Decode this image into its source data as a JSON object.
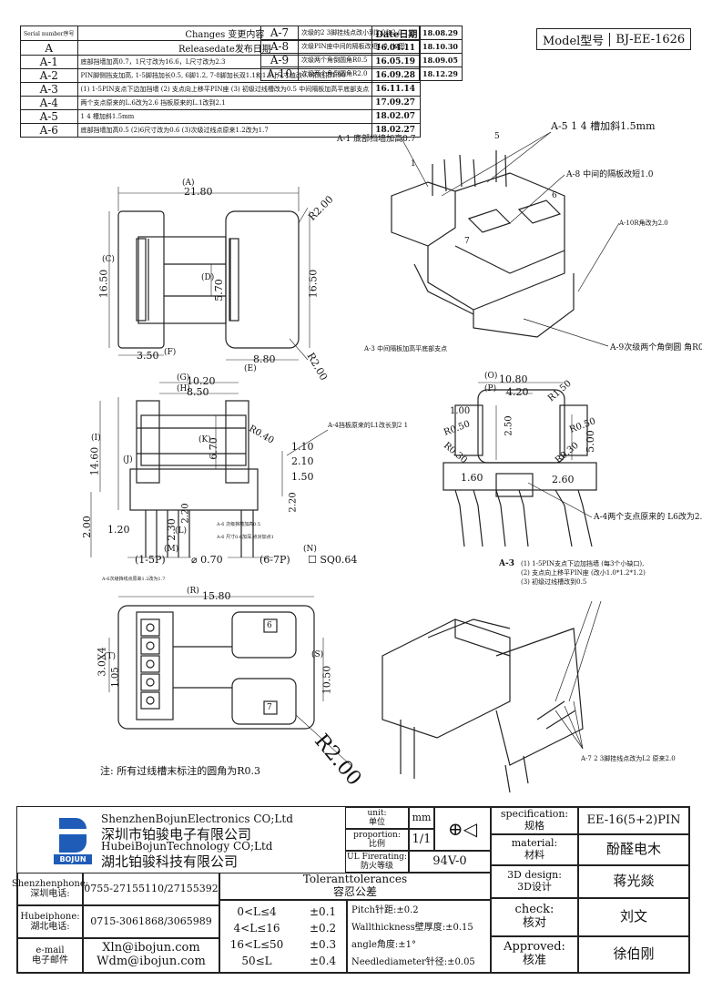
{
  "change_table": {
    "header": {
      "code": "Serial number序号",
      "desc": "Changes 变更内容",
      "date": "Date日期"
    },
    "left_rows": [
      {
        "code": "A",
        "desc": "Releasedate发布日期",
        "date": "16.04.11"
      },
      {
        "code": "A-1",
        "desc": "底部挡墙加高0.7，1尺寸改为16.6，L尺寸改为2.3",
        "date": "16.05.19"
      },
      {
        "code": "A-2",
        "desc": "PIN脚侧挡支加高, 1-5脚挡加长0.5, 6脚1.2, 7-8脚加长双1.1和1.1 J尺寸值改0.8扣钱扣1.90",
        "date": "16.09.28"
      },
      {
        "code": "A-3",
        "desc": "(1) 1-5PIN支点下边加挡墙 (2) 支点向上移平PIN座 (3) 初级过线槽改为0.5 中间隔板加高平底部支点",
        "date": "16.11.14"
      },
      {
        "code": "A-4",
        "desc": "两个支点原来的L.6改为2.6 挡板原来的L.1改到2.1",
        "date": "17.09.27"
      },
      {
        "code": "A-5",
        "desc": "1 4 槽加斜1.5mm",
        "date": "18.02.07"
      },
      {
        "code": "A-6",
        "desc": "底部挡墙加高0.5 (2)6尺寸改为0.6 (3)次级过线点原来1.2改为1.7",
        "date": "18.02.27"
      }
    ],
    "right_rows": [
      {
        "code": "A-7",
        "desc": "次级的2 3脚挂线点改小到2.0和2.0",
        "date": "18.08.29"
      },
      {
        "code": "A-8",
        "desc": "次级PIN座中间的隔板改短1.0 (如图)",
        "date": "18.10.30"
      },
      {
        "code": "A-9",
        "desc": "次级两个角倒圆角R0.5",
        "date": "18.09.05"
      },
      {
        "code": "A-10",
        "desc": "次级两个角倒圆角R2.0",
        "date": "18.12.29"
      }
    ]
  },
  "model": {
    "label": "Model型号",
    "value": "BJ-EE-1626"
  },
  "dimensions": {
    "A": "21.80",
    "R200a": "R2.00",
    "C": "16.50",
    "D": "5.70",
    "C2": "16.50",
    "E": "8.80",
    "F": "3.50",
    "R200b": "R2.00",
    "A_lbl": "(A)",
    "C_lbl": "(C)",
    "D_lbl": "(D)",
    "E_lbl": "(E)",
    "F_lbl": "(F)",
    "G": "10.20",
    "H": "8.50",
    "G_lbl": "(G)",
    "H_lbl": "(H)",
    "I": "14.60",
    "I_lbl": "(I)",
    "K": "6.70",
    "K_lbl": "(K)",
    "J_lbl": "(J)",
    "R040": "R0.40",
    "d110": "1.10",
    "d210": "2.10",
    "d150": "1.50",
    "d220a": "2.20",
    "d220b": "2.20",
    "d200": "2.00",
    "d120": "1.20",
    "L": "2.30",
    "L_lbl": "(L)",
    "M_lbl": "(M)",
    "N_lbl": "(N)",
    "pin1": "(1-5P)",
    "pinA": "⌀ 0.70",
    "pin2": "(6-7P)",
    "pinB": "☐ SQ0.64",
    "O": "10.80",
    "O_lbl": "(O)",
    "P": "4.20",
    "P_lbl": "(P)",
    "R150": "R1.50",
    "d100": "1.00",
    "R050a": "R0.50",
    "R050b": "R0.50",
    "d250": "2.50",
    "d500": "5.00",
    "R030a": "R0.30",
    "R030b": "R0.30",
    "d160": "1.60",
    "d260": "2.60",
    "R": "15.80",
    "R_lbl": "(R)",
    "T": "3.0X4",
    "T_lbl": "(T)",
    "d1050": "1.05",
    "S": "10.50",
    "S_lbl": "(S)",
    "R200c": "R2.00",
    "pin6": "6",
    "pin7": "7"
  },
  "callouts": {
    "A1": "A-1 底部挡墙加高0.7",
    "A5": "A-5 1 4 槽加斜1.5mm",
    "A8": "A-8 中间的隔板改短1.0",
    "A10": "A-10R角改为2.0",
    "A9": "A-9次级两个角倒圆 角R0.5",
    "A3top": "A-3 中间隔板加高平底部支点",
    "A4a": "A-4挡板原来的L1改长到2 1",
    "A4b": "A-4两个支点原来的 L6改为2.6",
    "A3lbl": "A-3",
    "A3_1": "(1) 1-5PIN支点下边加挡墙 (每3个小缺口),",
    "A3_2": "(2) 支点向上移平PIN座 (改小1.0*1.2*1.2)",
    "A3_3": "(3) 初级过线槽改到0.5",
    "A7": "A-7 2 3脚挂线点改为L2 原来2.0",
    "A6a": "A-6 次级挡墙加高0.5",
    "A6b": "A-6 尺寸0.6加深,点对加点1",
    "A6c": "A-6次级挡线点原来1.2改为1.7",
    "n1": "1",
    "n5": "5",
    "n6": "6",
    "n7": "7",
    "note": "注: 所有过线槽末标注的圆角为R0.3"
  },
  "title_block": {
    "company_en1": "ShenzhenBojunElectronics CO;Ltd",
    "company_cn1": "深圳市铂骏电子有限公司",
    "company_en2": "HubeiBojunTechnology CO;Ltd",
    "company_cn2": "湖北铂骏科技有限公司",
    "logo_text": "BOJUN",
    "unit_lbl": "unit:",
    "unit_cn": "单位",
    "unit_val": "mm",
    "prop_lbl": "proportion:",
    "prop_cn": "比例",
    "prop_val": "1/1",
    "fire_lbl": "UL Firerating:",
    "fire_cn": "防火等级",
    "fire_val": "94V-0",
    "spec_lbl": "specification:",
    "spec_cn": "规格",
    "spec_val": "EE-16(5+2)PIN",
    "mat_lbl": "material:",
    "mat_cn": "材料",
    "mat_val": "酚醛电木",
    "design_lbl": "3D design:",
    "design_cn": "3D设计",
    "design_val": "蒋光燚",
    "check_lbl": "check:",
    "check_cn": "核对",
    "check_val": "刘文",
    "approve_lbl": "Approved:",
    "approve_cn": "核准",
    "approve_val": "徐伯刚",
    "sz_phone_lbl": "Shenzhenphone:",
    "sz_phone_cn": "深圳电话:",
    "sz_phone": "0755-27155110/27155392",
    "hb_phone_lbl": "Hubeiphone:",
    "hb_phone_cn": "湖北电话:",
    "hb_phone": "0715-3061868/3065989",
    "mail_lbl": "e-mail",
    "mail_cn": "电子邮件",
    "mail1": "Xln@ibojun.com",
    "mail2": "Wdm@ibojun.com",
    "tol_title": "Toleranttolerances",
    "tol_cn": "容忍公差",
    "tol_rows": [
      {
        "range": "0<L≤4",
        "val": "±0.1"
      },
      {
        "range": "4<L≤16",
        "val": "±0.2"
      },
      {
        "range": "16<L≤50",
        "val": "±0.3"
      },
      {
        "range": "50≤L",
        "val": "±0.4"
      }
    ],
    "pitch": "Pitch针距:±0.2",
    "wall": "Wallthickness壁厚度:±0.15",
    "angle": "angle角度:±1°",
    "needle": "Needlediameter针径:±0.05"
  }
}
